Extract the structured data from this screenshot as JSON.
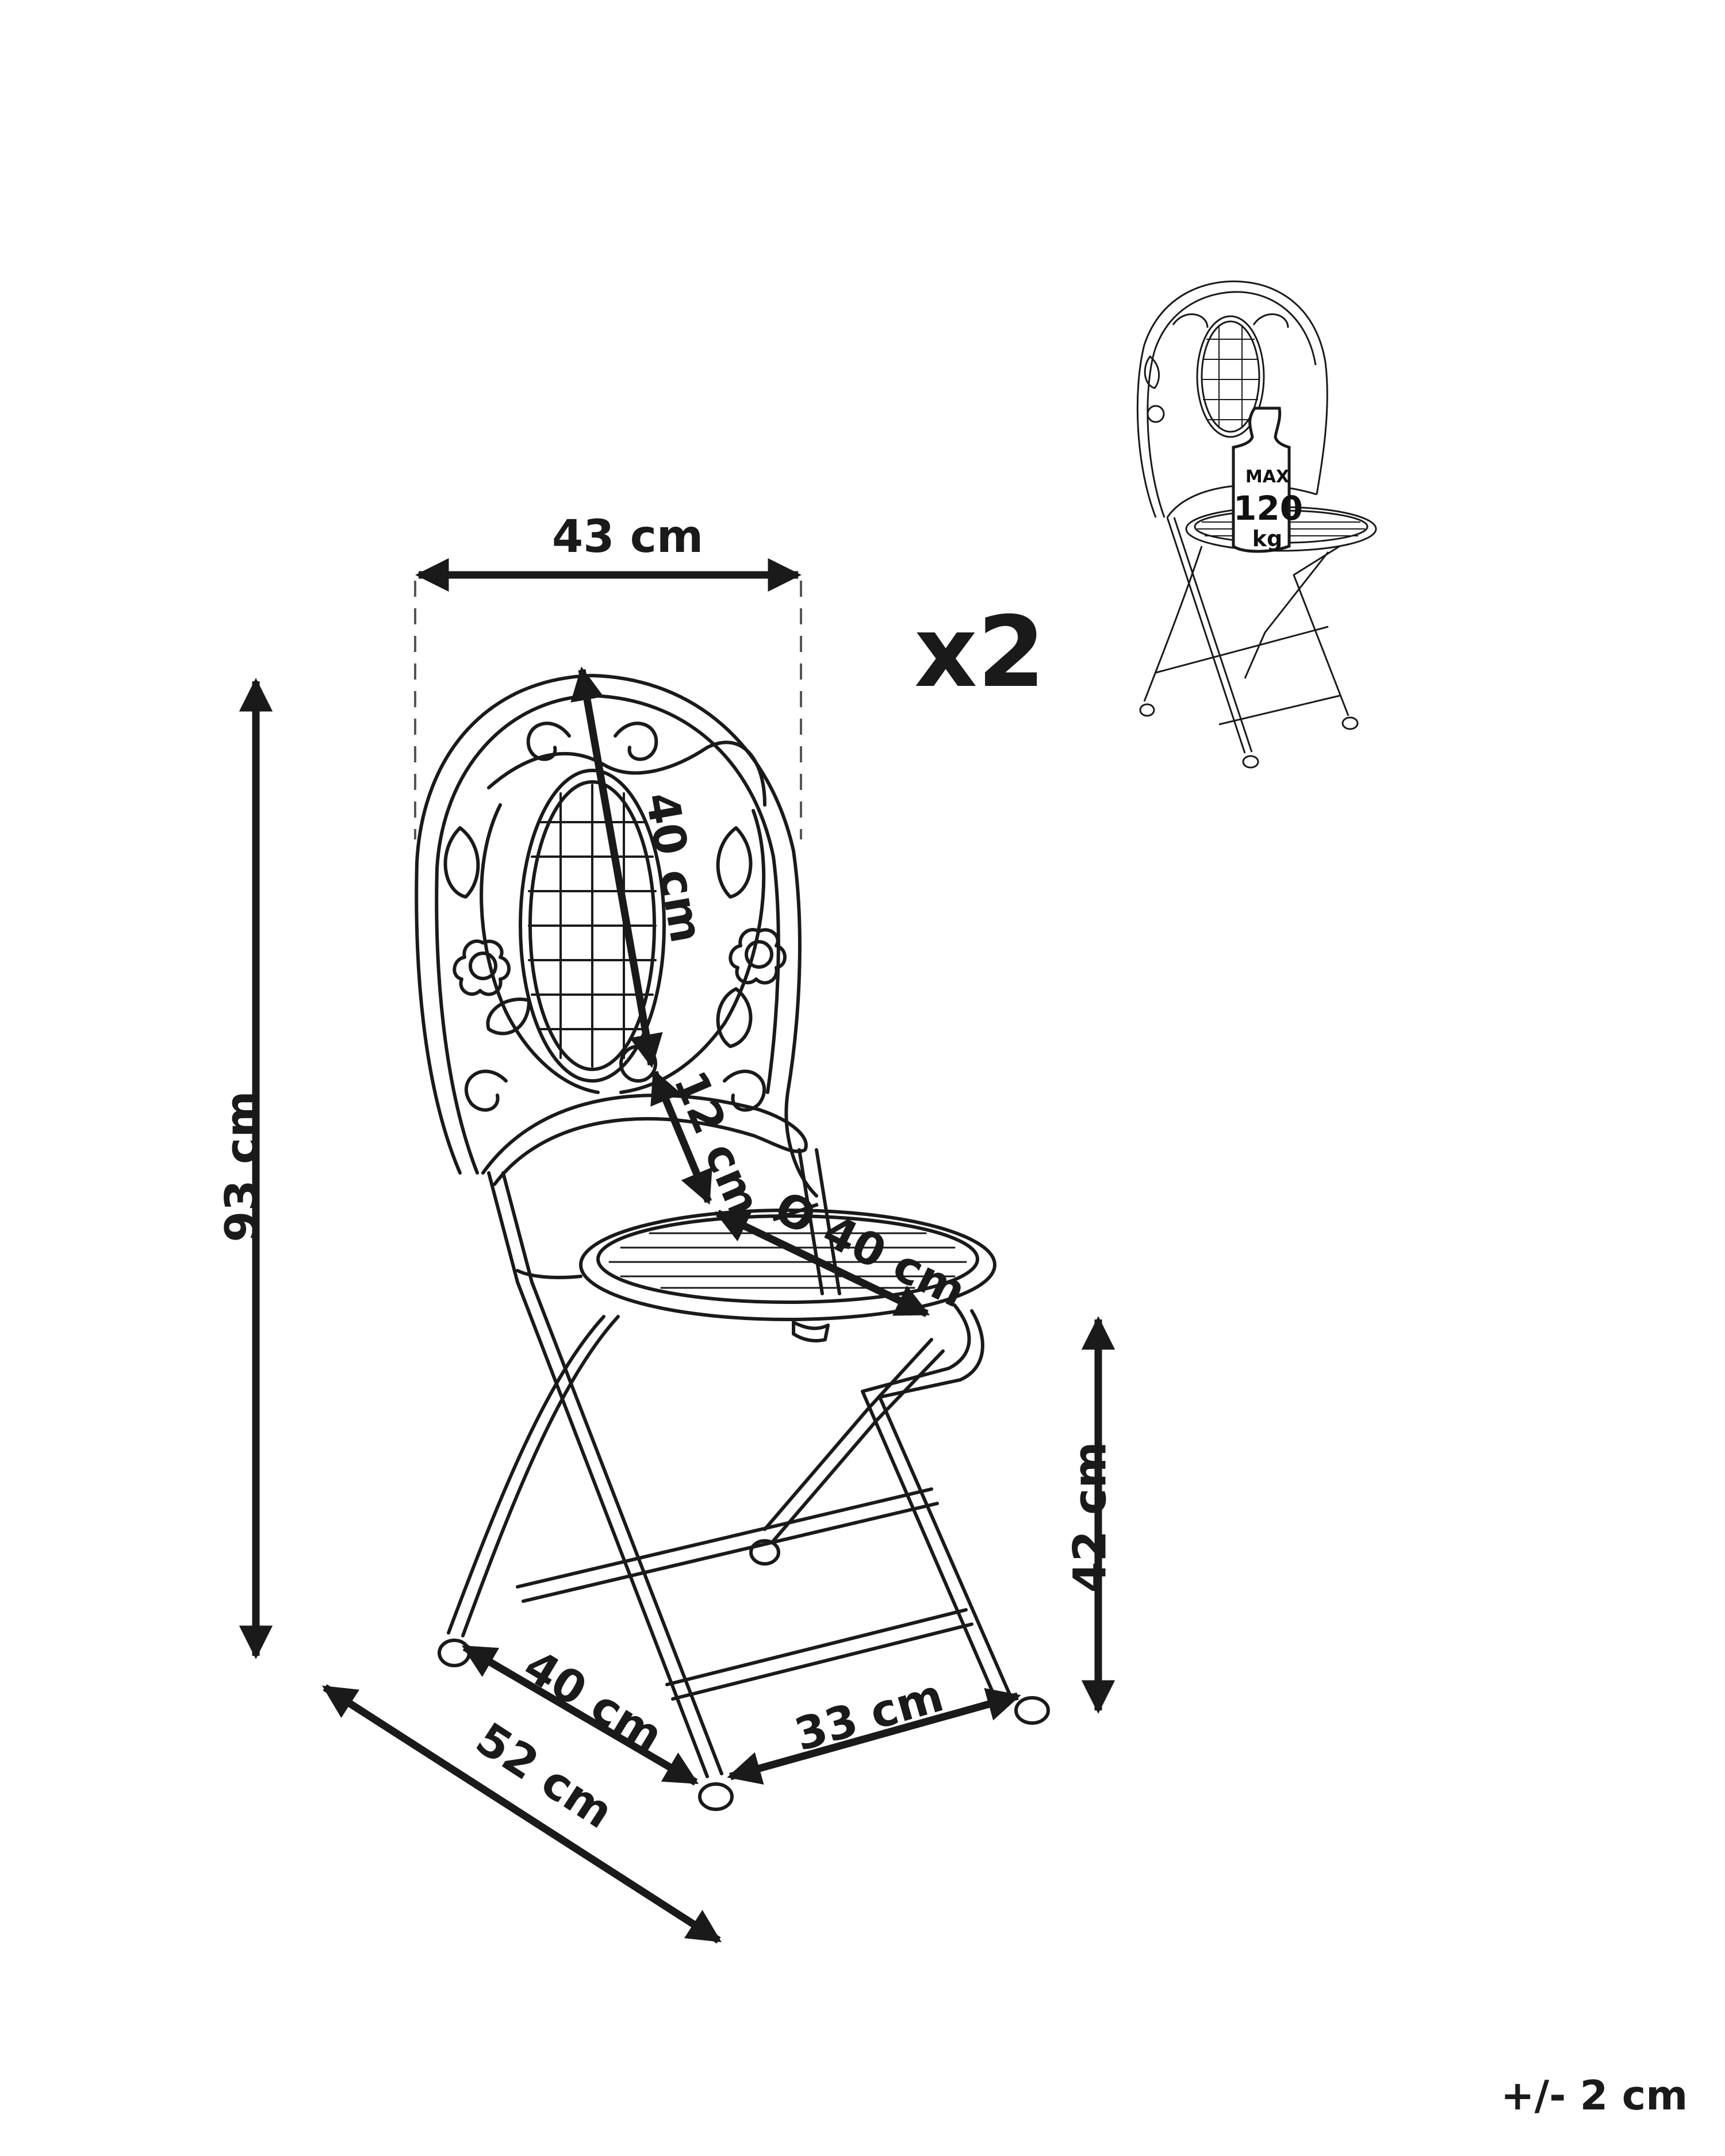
{
  "diagram": {
    "subject": "Folding bistro chair dimension drawing",
    "quantity_label": "x2",
    "tolerance_label": "+/- 2 cm",
    "colors": {
      "line": "#1a1a1a",
      "background": "#ffffff",
      "guide": "#555555"
    }
  },
  "dimensions": {
    "width": {
      "label": "43 cm",
      "value_cm": 43,
      "orientation": "horizontal"
    },
    "total_height": {
      "label": "93 cm",
      "value_cm": 93,
      "orientation": "vertical"
    },
    "backrest_height": {
      "label": "40 cm",
      "value_cm": 40,
      "orientation": "diagonal"
    },
    "backrest_to_seat": {
      "label": "12 cm",
      "value_cm": 12,
      "orientation": "diagonal"
    },
    "seat_diameter": {
      "label": "Ø 40 cm",
      "value_cm": 40,
      "orientation": "diagonal"
    },
    "seat_height": {
      "label": "42 cm",
      "value_cm": 42,
      "orientation": "vertical"
    },
    "base_depth_inner": {
      "label": "40 cm",
      "value_cm": 40,
      "orientation": "diagonal"
    },
    "base_depth_total": {
      "label": "52 cm",
      "value_cm": 52,
      "orientation": "diagonal"
    },
    "base_width": {
      "label": "33 cm",
      "value_cm": 33,
      "orientation": "diagonal"
    }
  },
  "weight_badge": {
    "top": "MAX",
    "value": "120",
    "unit": "kg",
    "icon": "weight-icon"
  }
}
